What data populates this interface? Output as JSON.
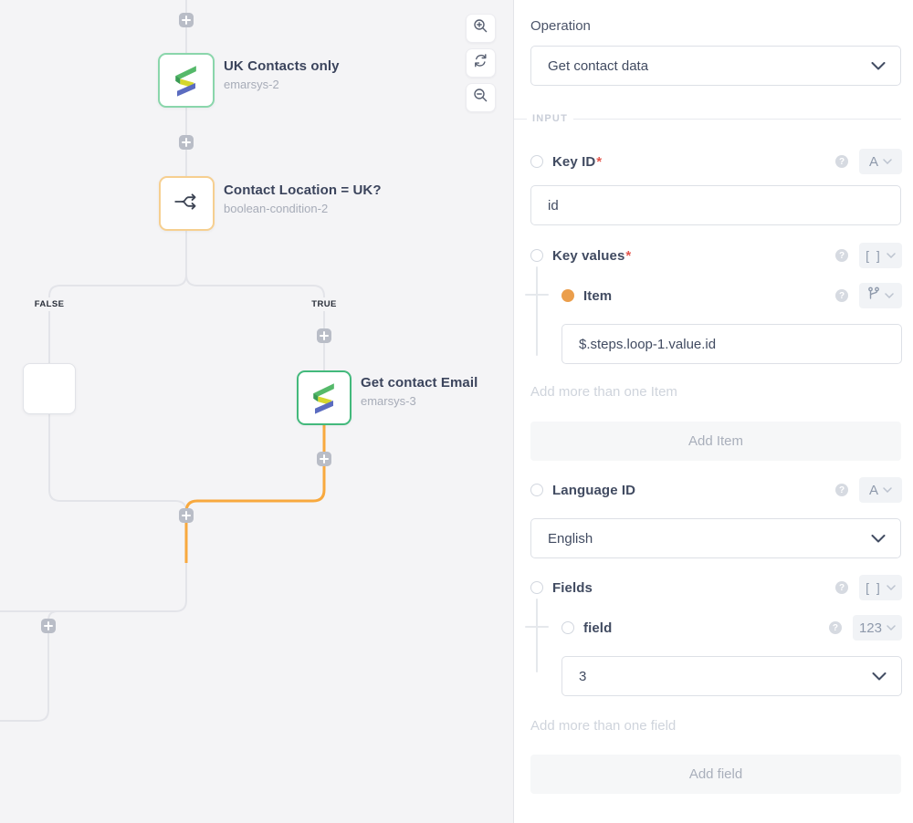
{
  "canvas": {
    "nodes": {
      "node1": {
        "title": "UK Contacts only",
        "subtitle": "emarsys-2"
      },
      "node2": {
        "title": "Contact Location = UK?",
        "subtitle": "boolean-condition-2"
      },
      "node3": {
        "title": "Get contact Email",
        "subtitle": "emarsys-3"
      }
    },
    "branch_labels": {
      "false": "FALSE",
      "true": "TRUE"
    }
  },
  "panel": {
    "operation_label": "Operation",
    "operation_value": "Get contact data",
    "section_input": "INPUT",
    "key_id": {
      "label": "Key ID",
      "required": "*",
      "type": "A",
      "value": "id"
    },
    "key_values": {
      "label": "Key values",
      "required": "*",
      "type": "[ ]"
    },
    "item": {
      "label": "Item",
      "value": "$.steps.loop-1.value.id",
      "add_hint": "Add more than one Item",
      "add_button": "Add Item"
    },
    "language_id": {
      "label": "Language ID",
      "type": "A",
      "value": "English"
    },
    "fields": {
      "label": "Fields",
      "type": "[ ]"
    },
    "field": {
      "label": "field",
      "type": "123",
      "value": "3",
      "add_hint": "Add more than one field",
      "add_button": "Add field"
    }
  },
  "colors": {
    "canvas_bg": "#f4f4f6",
    "edge_gray": "#e3e4e9",
    "edge_orange": "#f8a93e",
    "node_green_selected": "#43b97c",
    "node_green": "#8ad6ab",
    "node_amber": "#f6cf90",
    "item_dot_orange": "#eb9e4b",
    "required_red": "#e4574d"
  }
}
